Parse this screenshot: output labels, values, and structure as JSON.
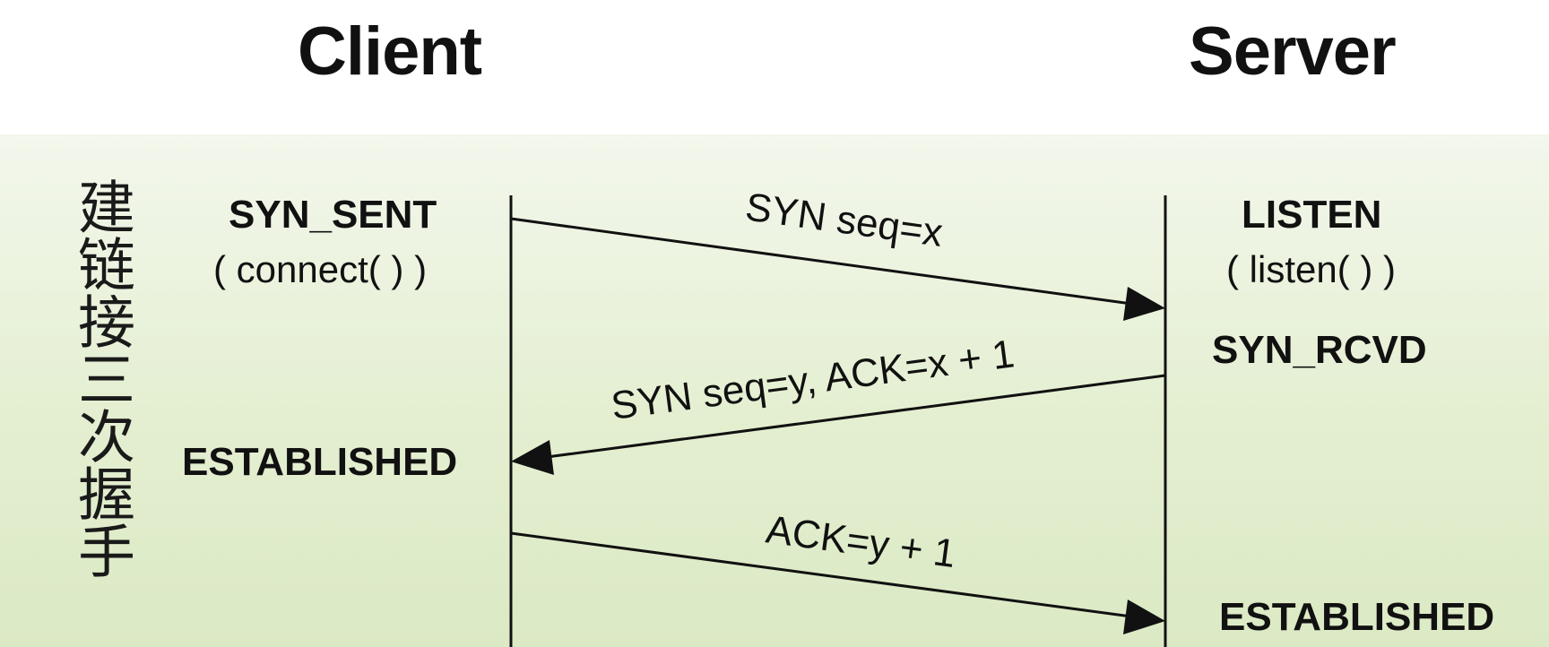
{
  "headers": {
    "client": "Client",
    "server": "Server"
  },
  "side_label": "建链接三次握手",
  "client": {
    "state1": "SYN_SENT",
    "call1": "( connect( ) )",
    "state2": "ESTABLISHED"
  },
  "server": {
    "state1": "LISTEN",
    "call1": "( listen( ) )",
    "state2": "SYN_RCVD",
    "state3": "ESTABLISHED"
  },
  "messages": [
    {
      "label": "SYN seq=x",
      "direction": "client-to-server"
    },
    {
      "label": "SYN seq=y, ACK=x + 1",
      "direction": "server-to-client"
    },
    {
      "label": "ACK=y + 1",
      "direction": "client-to-server"
    }
  ],
  "colors": {
    "band_top": "#f3f7ec",
    "band_bottom": "#dbe9c4",
    "line": "#111111"
  }
}
